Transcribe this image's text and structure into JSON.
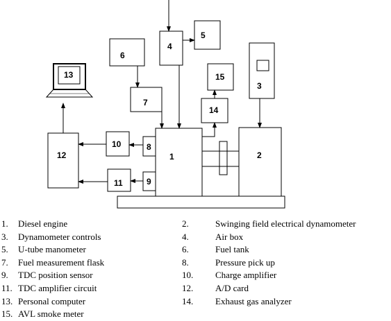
{
  "diagram": {
    "blocks": [
      {
        "id": "1",
        "label": "1"
      },
      {
        "id": "2",
        "label": "2"
      },
      {
        "id": "3",
        "label": "3"
      },
      {
        "id": "4",
        "label": "4"
      },
      {
        "id": "5",
        "label": "5"
      },
      {
        "id": "6",
        "label": "6"
      },
      {
        "id": "7",
        "label": "7"
      },
      {
        "id": "8",
        "label": "8"
      },
      {
        "id": "9",
        "label": "9"
      },
      {
        "id": "10",
        "label": "10"
      },
      {
        "id": "11",
        "label": "11"
      },
      {
        "id": "12",
        "label": "12"
      },
      {
        "id": "13",
        "label": "13"
      },
      {
        "id": "14",
        "label": "14"
      },
      {
        "id": "15",
        "label": "15"
      }
    ]
  },
  "legend": {
    "rows": [
      {
        "left": {
          "num": "1.",
          "text": "Diesel engine"
        },
        "right": {
          "num": "2.",
          "text": "Swinging field electrical dynamometer"
        }
      },
      {
        "left": {
          "num": "3.",
          "text": "Dynamometer controls"
        },
        "right": {
          "num": "4.",
          "text": "Air box"
        }
      },
      {
        "left": {
          "num": "5.",
          "text": "U-tube manometer"
        },
        "right": {
          "num": "6.",
          "text": "Fuel tank"
        }
      },
      {
        "left": {
          "num": "7.",
          "text": "Fuel measurement flask"
        },
        "right": {
          "num": "8.",
          "text": "Pressure pick up"
        }
      },
      {
        "left": {
          "num": "9.",
          "text": "TDC position sensor"
        },
        "right": {
          "num": "10.",
          "text": "Charge amplifier"
        }
      },
      {
        "left": {
          "num": "11.",
          "text": "TDC amplifier circuit"
        },
        "right": {
          "num": "12.",
          "text": "A/D card"
        }
      },
      {
        "left": {
          "num": "13.",
          "text": "Personal computer"
        },
        "right": {
          "num": "14.",
          "text": "Exhaust gas analyzer"
        }
      },
      {
        "left": {
          "num": "15.",
          "text": "AVL smoke meter"
        }
      }
    ]
  }
}
